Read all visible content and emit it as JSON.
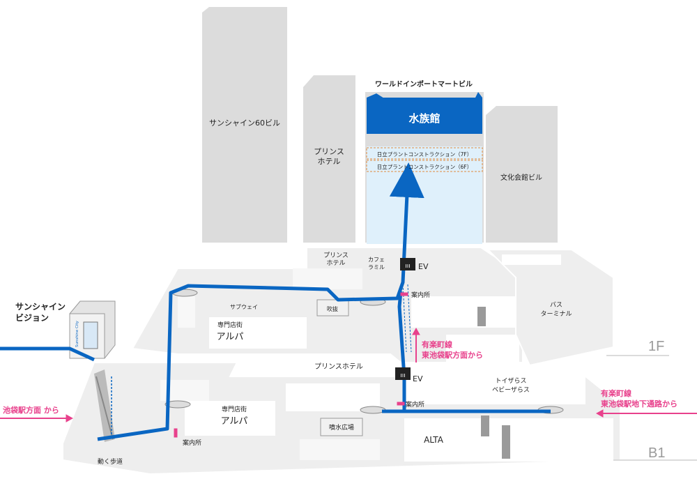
{
  "buildings": {
    "sunshine60": "サンシャイン60ビル",
    "prince_hotel": "プリンス\nホテル",
    "world_import": "ワールドインポートマートビル",
    "aquarium": "水族館",
    "hitachi_7f": "日立プラントコンストラクション（7F）",
    "hitachi_6f": "日立プラントコンストラクション（6F）",
    "bunka_kaikan": "文化会館ビル"
  },
  "floor_1f": {
    "label": "1F",
    "prince_hotel": "プリンス\nホテル",
    "cafe": "カフェ\nラミル",
    "ev": "EV",
    "info": "案内所",
    "subway": "サブウェイ",
    "fukinuke": "吹抜",
    "alpa_sub": "専門店街",
    "alpa": "アルパ",
    "bus_terminal": "バス\nターミナル"
  },
  "floor_b1": {
    "label": "B1",
    "prince_hotel": "プリンスホテル",
    "ev": "EV",
    "info_right": "案内所",
    "info_left": "案内所",
    "toysrus": "トイザらス\nベビーザらス",
    "alpa_sub": "専門店街",
    "alpa": "アルパ",
    "fountain": "噴水広場",
    "alta": "ALTA",
    "moving_walk": "動く歩道"
  },
  "sunshine_vision": {
    "label": "サンシャイン\nビジョン",
    "screen_text": "Sunshine City"
  },
  "directions": {
    "from_ikebukuro": "池袋駅方面 から",
    "from_yurakucho_1f": "有楽町線\n東池袋駅方面から",
    "from_yurakucho_b1": "有楽町線\n東池袋駅地下通路から"
  },
  "colors": {
    "route": "#0a66c2",
    "direction": "#e8418c",
    "aquarium": "#0a66c2",
    "building": "#dcdcdc",
    "floor": "#eaeaea",
    "highlight": "#dff0fb"
  }
}
